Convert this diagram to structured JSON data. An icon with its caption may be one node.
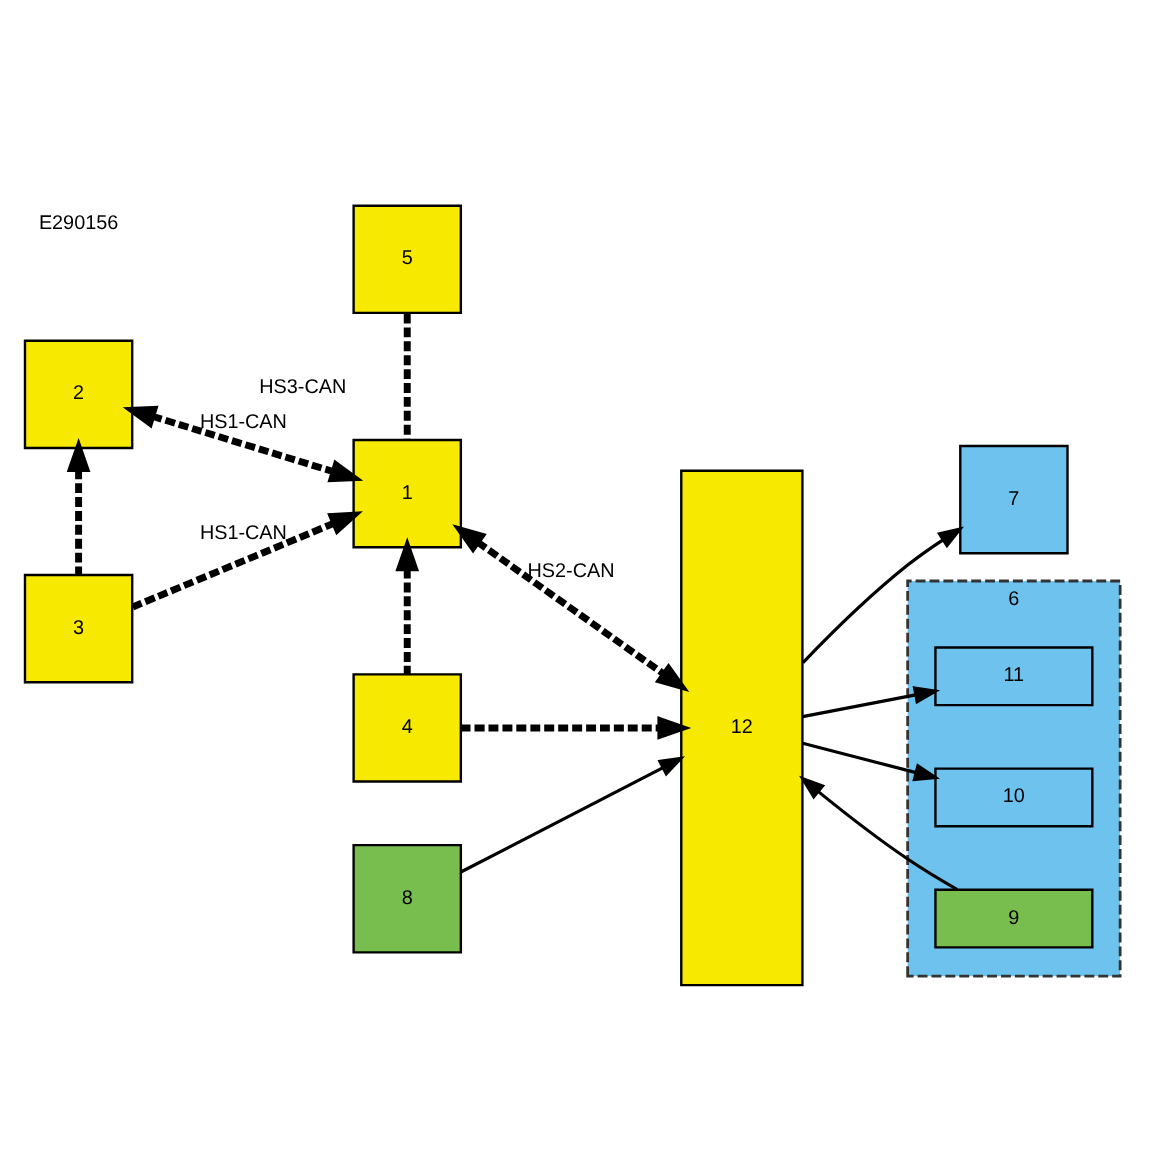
{
  "diagram": {
    "nodes": [
      {
        "text": [
          "5"
        ]
      },
      {
        "text": [
          "12"
        ]
      },
      {
        "text": [
          "7"
        ]
      },
      {
        "text": [
          "2"
        ]
      },
      {
        "text": [
          "1"
        ]
      },
      {
        "text": [
          "3"
        ]
      },
      {
        "text": [
          "4"
        ]
      },
      {
        "text": [
          "8"
        ]
      },
      {
        "text": [
          "6"
        ]
      },
      {
        "text": [
          "11"
        ],
        "in": 8
      },
      {
        "text": [
          "10"
        ],
        "in": 8
      },
      {
        "text": [
          "9"
        ],
        "in": 8
      }
    ],
    "edges": [
      {
        "from": 0,
        "to": 4,
        "arrow": "none",
        "label": "HS3-CAN",
        "style": "dashed"
      },
      {
        "from": 3,
        "to": 4,
        "arrow": "both",
        "label": "HS1-CAN",
        "style": "dashed"
      },
      {
        "from": 5,
        "to": 3,
        "arrow": "to",
        "style": "dashed"
      },
      {
        "from": 5,
        "to": 4,
        "arrow": "to",
        "label": "HS1-CAN",
        "style": "dashed"
      },
      {
        "from": 4,
        "to": 1,
        "arrow": "both",
        "label": "HS2-CAN",
        "style": "dashed"
      },
      {
        "from": 6,
        "to": 4,
        "arrow": "to",
        "style": "dashed"
      },
      {
        "from": 6,
        "to": 1,
        "arrow": "to",
        "style": "dashed"
      },
      {
        "from": 1,
        "to": 2,
        "arrow": "to"
      },
      {
        "from": 7,
        "to": 1,
        "arrow": "to"
      },
      {
        "from": 1,
        "to": 9,
        "arrow": "to"
      },
      {
        "from": 1,
        "to": 10,
        "arrow": "to"
      },
      {
        "from": 11,
        "to": 1,
        "arrow": "to"
      }
    ],
    "labels": [
      "E290156"
    ]
  }
}
